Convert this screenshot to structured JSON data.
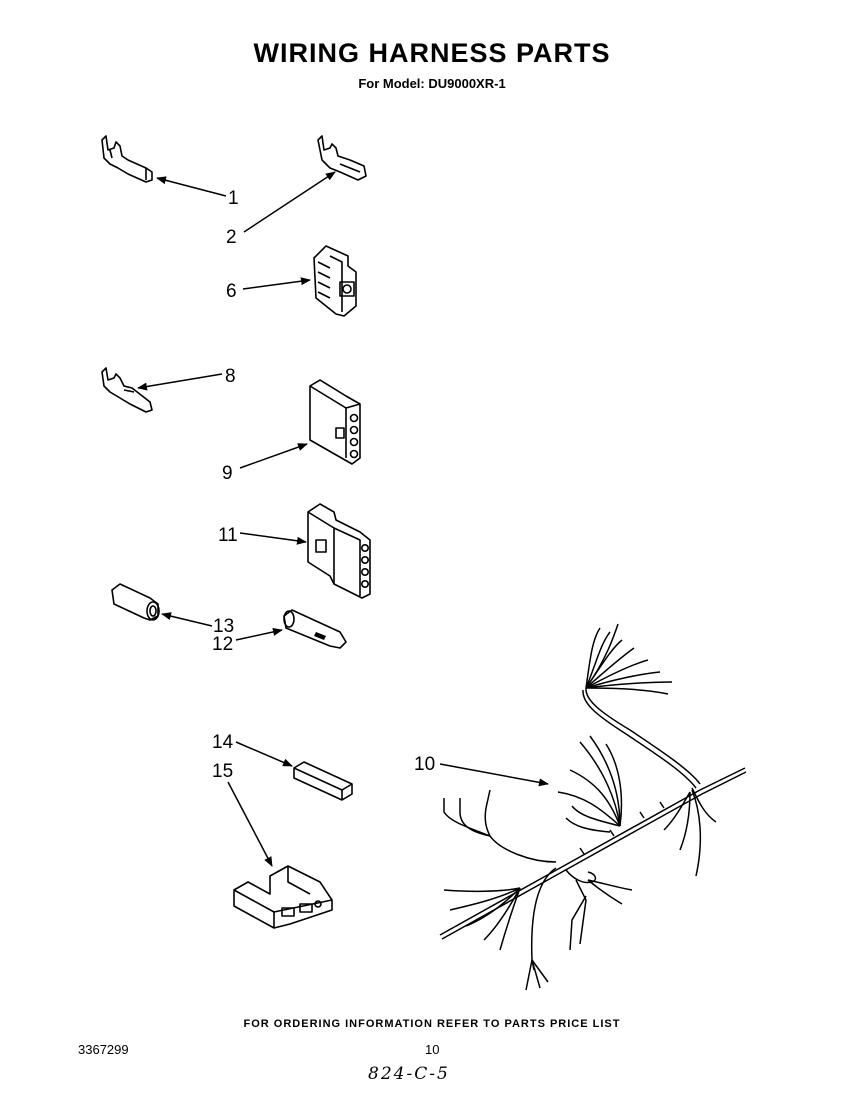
{
  "header": {
    "title": "WIRING HARNESS PARTS",
    "subtitle": "For Model: DU9000XR-1"
  },
  "callouts": {
    "c1": "1",
    "c2": "2",
    "c6": "6",
    "c8": "8",
    "c9": "9",
    "c11": "11",
    "c13": "13",
    "c12": "12",
    "c14": "14",
    "c15": "15",
    "c10": "10"
  },
  "footer": {
    "ordering_note": "FOR ORDERING INFORMATION REFER TO PARTS PRICE LIST",
    "doc_number": "3367299",
    "page_number": "10",
    "handwritten_note": "824-C-5"
  }
}
